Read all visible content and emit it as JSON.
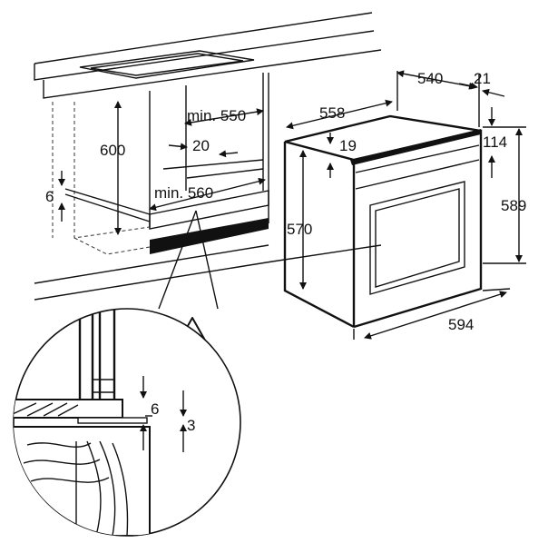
{
  "dimensions": {
    "niche_height": "600",
    "niche_depth": "min. 550",
    "niche_width": "min. 560",
    "rail_offset": "20",
    "shelf_gap": "6",
    "oven_body_width": "558",
    "oven_depth": "540",
    "front_thickness": "21",
    "top_gap": "19",
    "panel_height": "114",
    "body_height": "570",
    "total_height": "589",
    "total_width": "594",
    "detail_gap_6": "6",
    "detail_gap_3": "3"
  },
  "warning": {
    "symbol": "!"
  },
  "icons": [
    "warning-triangle-icon"
  ]
}
